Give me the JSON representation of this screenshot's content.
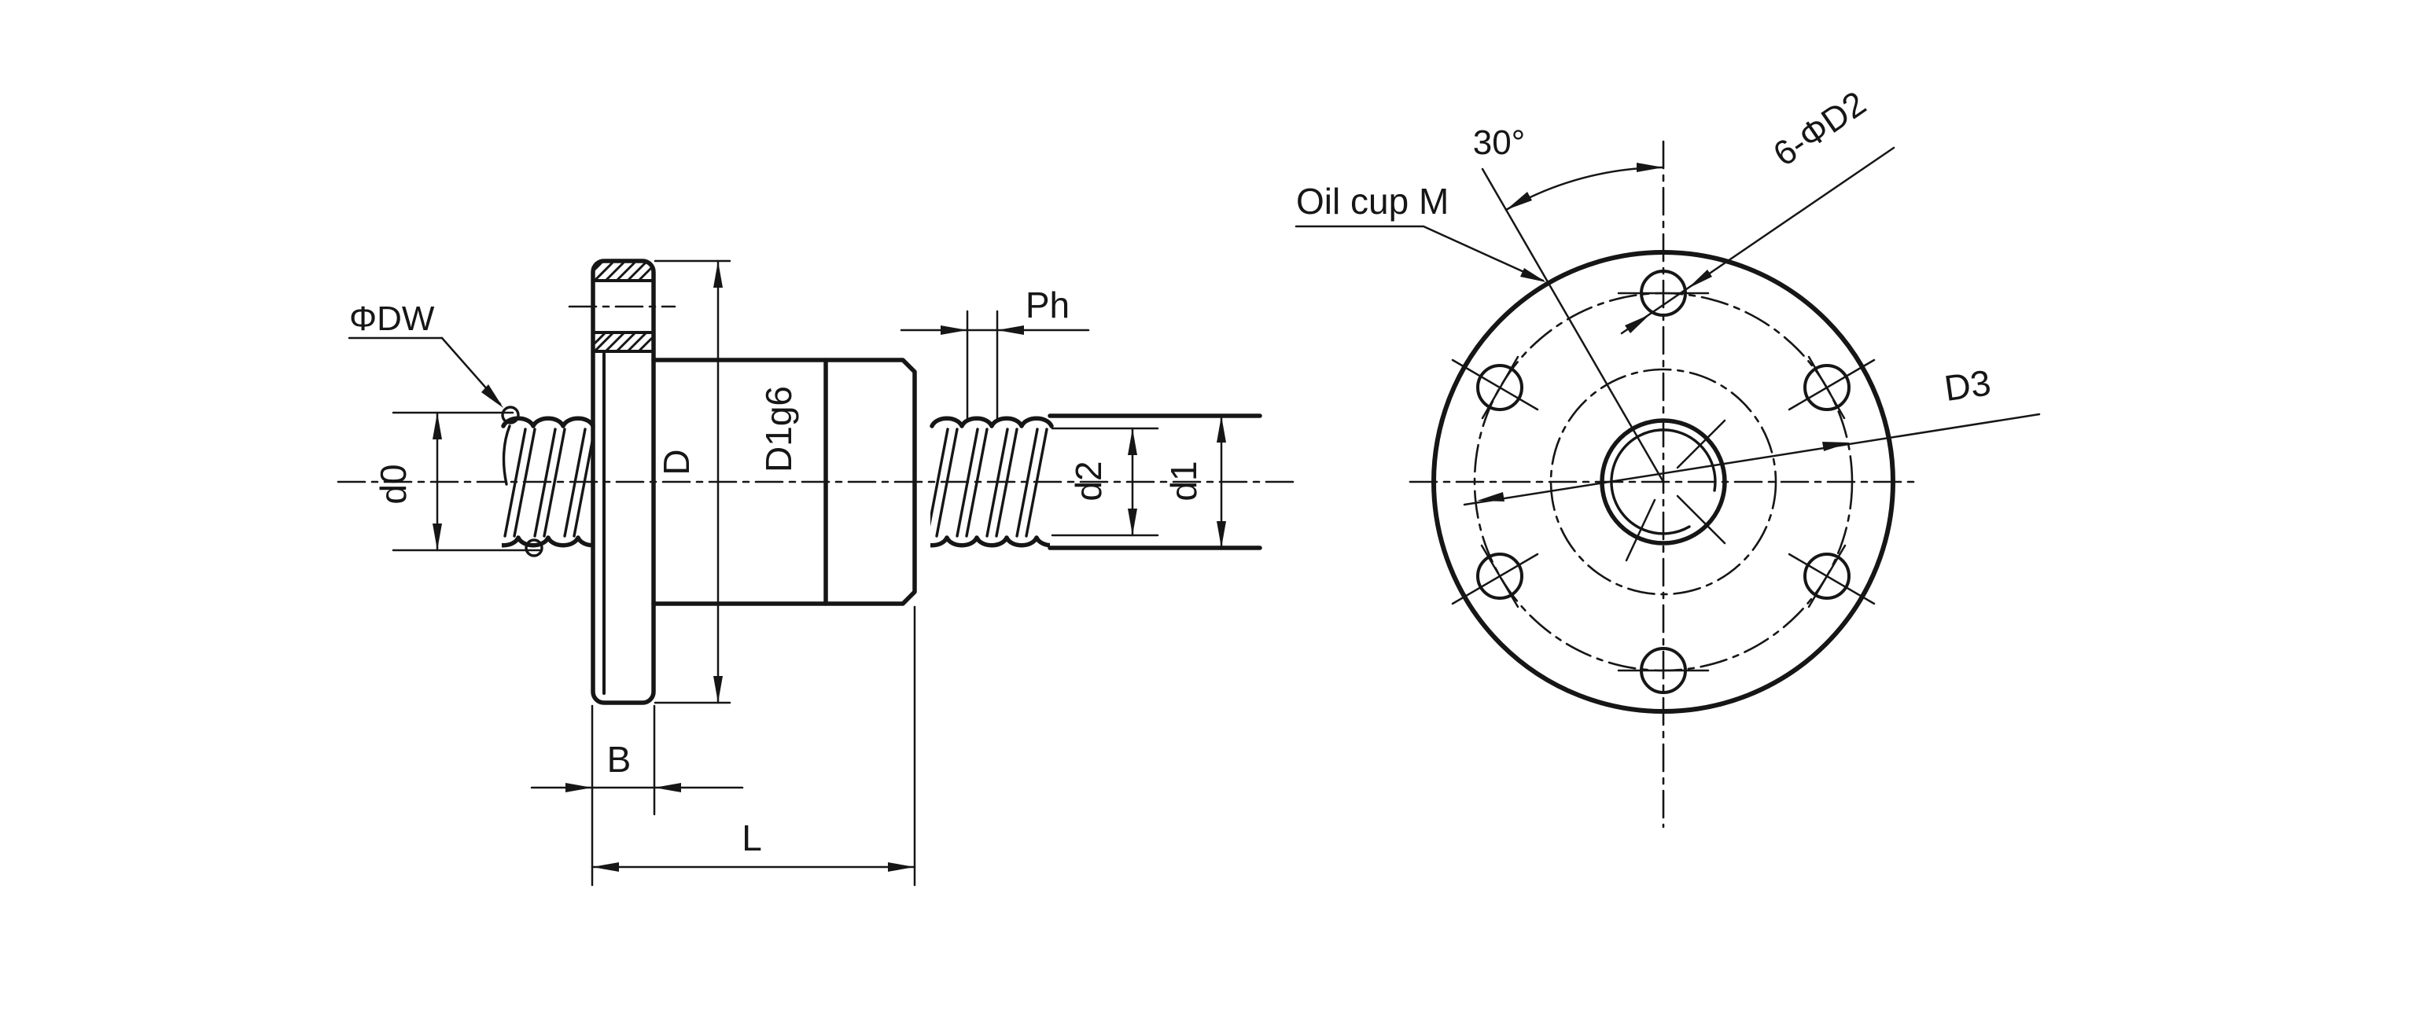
{
  "drawing": {
    "background_color": "#ffffff",
    "ink_color": "#161616",
    "side_view": {
      "labels": {
        "ball_diameter": "ΦDW",
        "ball_center_diameter": "d0",
        "flange_diameter": "D",
        "body_diameter": "D1g6",
        "lead": "Ph",
        "root_diameter": "d2",
        "screw_diameter": "d1",
        "flange_width": "B",
        "nut_length": "L"
      }
    },
    "front_view": {
      "labels": {
        "oil_cup": "Oil cup M",
        "oil_cup_angle": "30°",
        "bolt_holes": "6-ΦD2",
        "bolt_circle_diameter": "D3"
      }
    }
  }
}
